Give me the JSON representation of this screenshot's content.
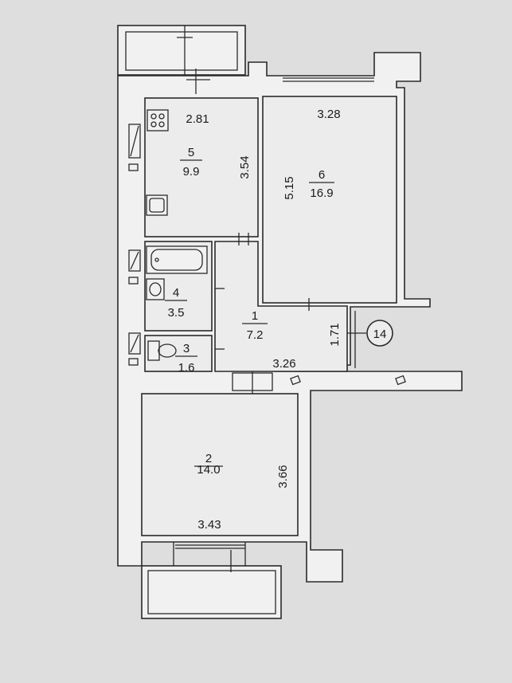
{
  "rooms": [
    {
      "number": "5",
      "area": "9.9"
    },
    {
      "number": "6",
      "area": "16.9"
    },
    {
      "number": "4",
      "area": "3.5"
    },
    {
      "number": "1",
      "area": "7.2"
    },
    {
      "number": "3",
      "area": "1.6"
    },
    {
      "number": "2",
      "area": "14.0"
    }
  ],
  "dimensions": [
    "2.81",
    "3.54",
    "3.28",
    "5.15",
    "1.71",
    "3.26",
    "3.66",
    "3.43"
  ],
  "marker": "14"
}
